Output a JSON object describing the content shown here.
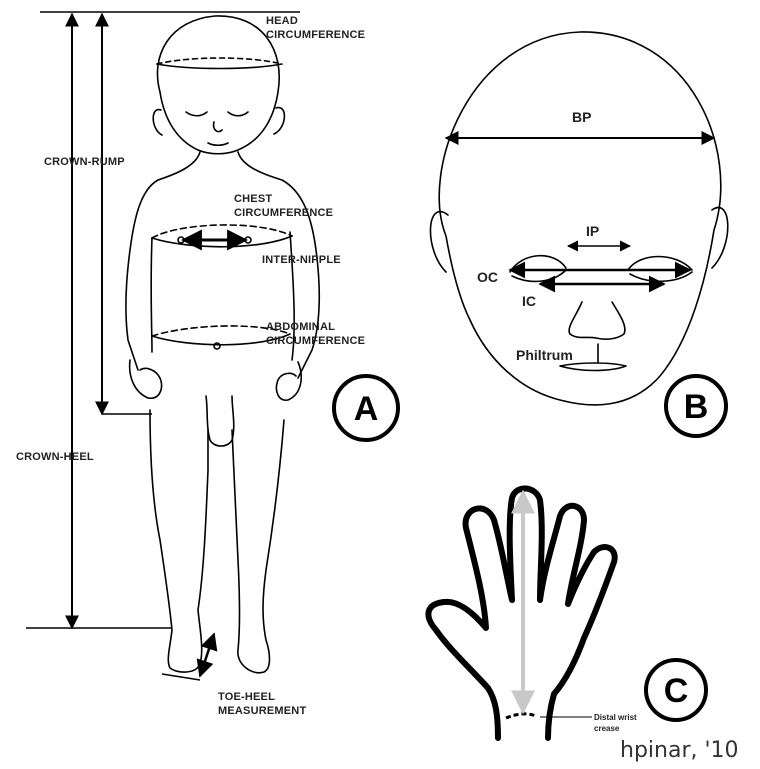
{
  "panel_a": {
    "badge": "A",
    "labels": {
      "head_1": "HEAD",
      "head_2": "CIRCUMFERENCE",
      "crown_rump": "CROWN-RUMP",
      "chest_1": "CHEST",
      "chest_2": "CIRCUMFERENCE",
      "inter_nipple": "INTER-NIPPLE",
      "abdominal_1": "ABDOMINAL",
      "abdominal_2": "CIRCUMFERENCE",
      "crown_heel": "CROWN-HEEL",
      "toe_heel_1": "TOE-HEEL",
      "toe_heel_2": "MEASUREMENT"
    }
  },
  "panel_b": {
    "badge": "B",
    "labels": {
      "bp": "BP",
      "ip": "IP",
      "oc": "OC",
      "ic": "IC",
      "philtrum": "Philtrum"
    }
  },
  "panel_c": {
    "badge": "C",
    "labels": {
      "distal_1": "Distal wrist",
      "distal_2": "crease"
    }
  },
  "signature": "hpinar, '10"
}
